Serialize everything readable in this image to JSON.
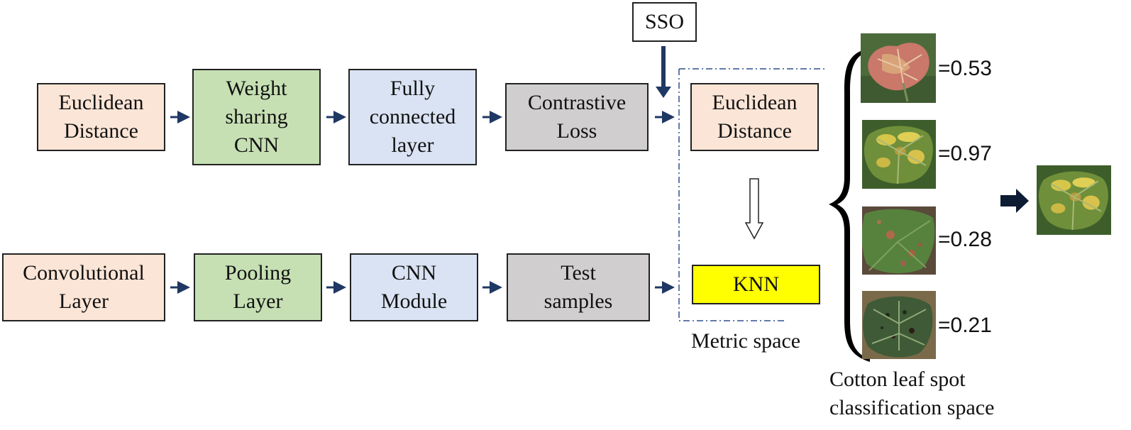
{
  "top_row": [
    {
      "id": "euclidean-distance-1",
      "lines": [
        "Euclidean",
        "Distance"
      ],
      "color": "#fbe5d6"
    },
    {
      "id": "weight-sharing-cnn",
      "lines": [
        "Weight",
        "sharing",
        "CNN"
      ],
      "color": "#c6e0b4"
    },
    {
      "id": "fully-connected-layer",
      "lines": [
        "Fully",
        "connected",
        "layer"
      ],
      "color": "#dae3f3"
    },
    {
      "id": "contrastive-loss",
      "lines": [
        "Contrastive",
        "Loss"
      ],
      "color": "#d0cece"
    }
  ],
  "bottom_row": [
    {
      "id": "convolutional-layer",
      "lines": [
        "Convolutional",
        "Layer"
      ],
      "color": "#fbe5d6"
    },
    {
      "id": "pooling-layer",
      "lines": [
        "Pooling",
        "Layer"
      ],
      "color": "#c6e0b4"
    },
    {
      "id": "cnn-module",
      "lines": [
        "CNN",
        "Module"
      ],
      "color": "#dae3f3"
    },
    {
      "id": "test-samples",
      "lines": [
        "Test",
        "samples"
      ],
      "color": "#d0cece"
    }
  ],
  "sso": {
    "label": "SSO"
  },
  "metric_space": {
    "distance_lines": [
      "Euclidean",
      "Distance"
    ],
    "knn": "KNN",
    "caption": "Metric space"
  },
  "classification": {
    "scores": [
      "=0.53",
      "=0.97",
      "=0.28",
      "=0.21"
    ],
    "caption_lines": [
      "Cotton leaf spot",
      "classification space"
    ],
    "leaf_images": [
      "red-autumn-cotton-leaf",
      "yellow-spotted-cotton-leaf",
      "brown-spot-cotton-leaf",
      "dark-spotted-cotton-leaf"
    ],
    "result_image": "yellow-spotted-cotton-leaf"
  },
  "colors": {
    "arrow": "#1f3864",
    "knn": "#ffff00",
    "dashed_border": "#2e4f8f"
  }
}
